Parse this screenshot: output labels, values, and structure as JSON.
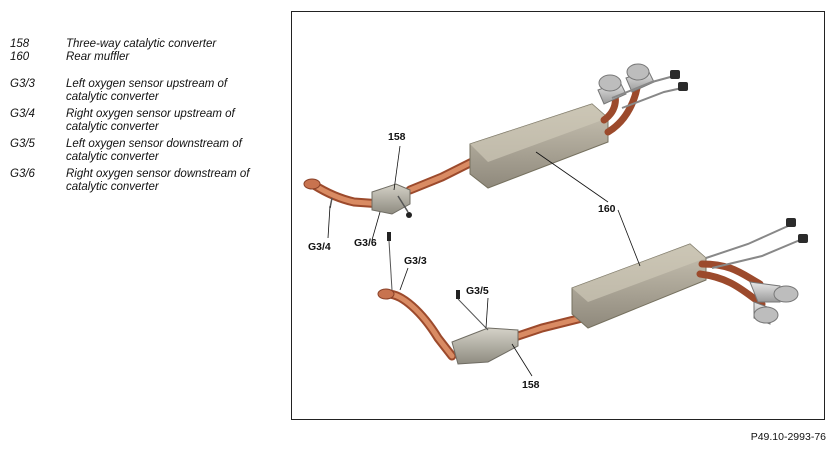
{
  "legend": [
    {
      "code": "158",
      "text": "Three-way catalytic converter"
    },
    {
      "code": "160",
      "text": "Rear muffler"
    },
    {
      "code": "G3/3",
      "text": "Left oxygen sensor upstream of catalytic converter"
    },
    {
      "code": "G3/4",
      "text": "Right oxygen sensor upstream of catalytic converter"
    },
    {
      "code": "G3/5",
      "text": "Left oxygen sensor downstream of catalytic converter"
    },
    {
      "code": "G3/6",
      "text": "Right oxygen sensor downstream of catalytic converter"
    }
  ],
  "callouts": {
    "c158_top": "158",
    "c160": "160",
    "g34": "G3/4",
    "g36": "G3/6",
    "g33": "G3/3",
    "g35": "G3/5",
    "c158_bottom": "158"
  },
  "figure_ref": "P49.10-2993-76",
  "colors": {
    "pipe": "#c8734f",
    "pipe_dark": "#9c4a2c",
    "muffler": "#b0aa9a",
    "muffler_dark": "#8a8477",
    "chrome": "#c9c9c9"
  }
}
